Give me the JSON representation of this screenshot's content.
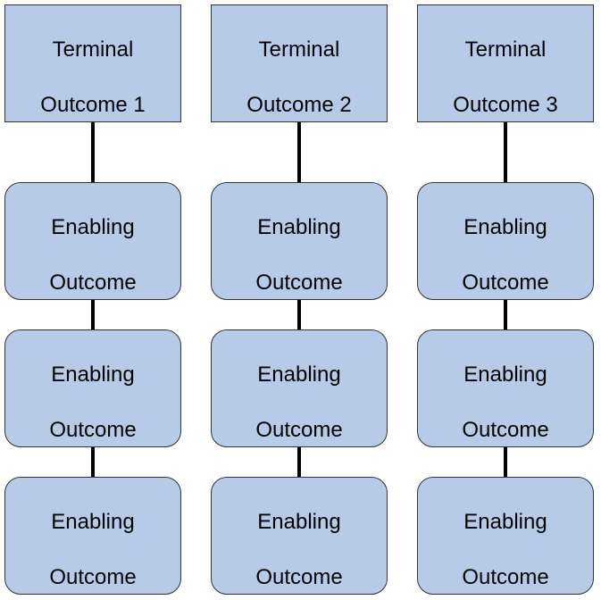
{
  "columns": [
    {
      "terminal": {
        "line1": "Terminal",
        "line2": "Outcome 1"
      },
      "enabling": [
        {
          "line1": "Enabling",
          "line2": "Outcome"
        },
        {
          "line1": "Enabling",
          "line2": "Outcome"
        },
        {
          "line1": "Enabling",
          "line2": "Outcome"
        }
      ]
    },
    {
      "terminal": {
        "line1": "Terminal",
        "line2": "Outcome 2"
      },
      "enabling": [
        {
          "line1": "Enabling",
          "line2": "Outcome"
        },
        {
          "line1": "Enabling",
          "line2": "Outcome"
        },
        {
          "line1": "Enabling",
          "line2": "Outcome"
        }
      ]
    },
    {
      "terminal": {
        "line1": "Terminal",
        "line2": "Outcome 3"
      },
      "enabling": [
        {
          "line1": "Enabling",
          "line2": "Outcome"
        },
        {
          "line1": "Enabling",
          "line2": "Outcome"
        },
        {
          "line1": "Enabling",
          "line2": "Outcome"
        }
      ]
    }
  ],
  "colors": {
    "box_fill": "#b7cbe8",
    "box_border": "#333333",
    "connector": "#000000",
    "text": "#000000"
  }
}
